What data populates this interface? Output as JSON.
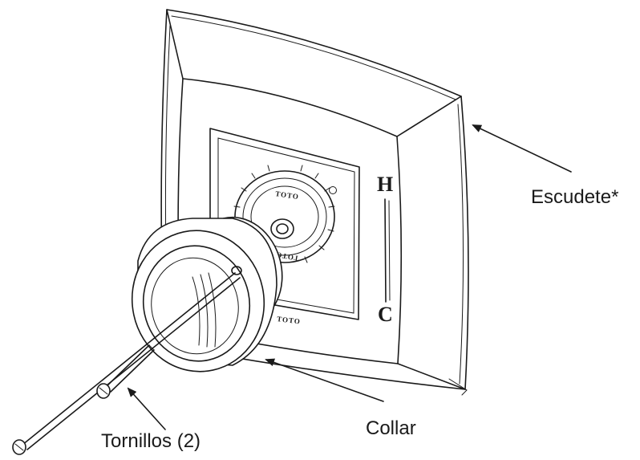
{
  "labels": {
    "escutcheon": "Escudete*",
    "collar": "Collar",
    "screws": "Tornillos (2)"
  },
  "markings": {
    "hot": "H",
    "cold": "C",
    "brand_plate": "TOTO",
    "brand_cartridge_top": "TOTO",
    "brand_cartridge_bottom": "TOTO"
  },
  "colors": {
    "ink": "#1a1a1a",
    "background": "#ffffff"
  }
}
